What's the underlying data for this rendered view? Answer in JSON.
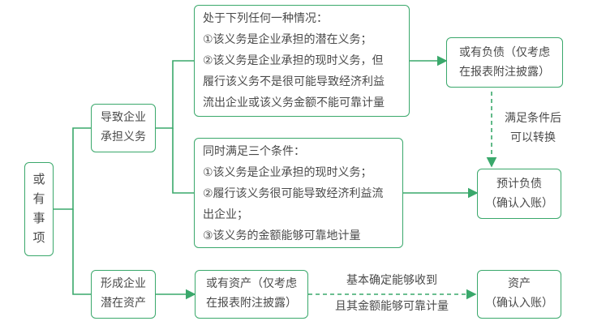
{
  "root": {
    "chars": [
      "或",
      "有",
      "事",
      "项"
    ]
  },
  "obligation": {
    "line1": "导致企业",
    "line2": "承担义务"
  },
  "asset_source": {
    "line1": "形成企业",
    "line2": "潜在资产"
  },
  "condition_any": {
    "heading": "处于下列任何一种情况：",
    "item1": "①该义务是企业承担的潜在义务；",
    "item2a": "②该义务是企业承担的现时义务，但",
    "item2b": "履行该义务不是很可能导致经济利益",
    "item2c": "流出企业或该义务金额不能可靠计量"
  },
  "condition_all": {
    "heading": "同时满足三个条件：",
    "item1": "①该义务是企业承担的现时义务；",
    "item2a": "②履行该义务很可能导致经济利益流",
    "item2b": "出企业；",
    "item3": "③该义务的金额能够可靠地计量"
  },
  "contingent_liability": {
    "line1": "或有负债（仅考虑",
    "line2": "在报表附注披露）"
  },
  "provision": {
    "line1": "预计负债",
    "line2": "（确认入账）"
  },
  "contingent_asset": {
    "line1": "或有资产（仅考虑",
    "line2": "在报表附注披露）"
  },
  "asset": {
    "line1": "资产",
    "line2": "（确认入账）"
  },
  "conversion_label": {
    "line1": "满足条件后",
    "line2": "可以转换"
  },
  "asset_condition_label": {
    "line1": "基本确定能够收到",
    "line2": "且其金额能够可靠计量"
  },
  "colors": {
    "border": "#3aa86b",
    "text": "#4a4a4a"
  }
}
